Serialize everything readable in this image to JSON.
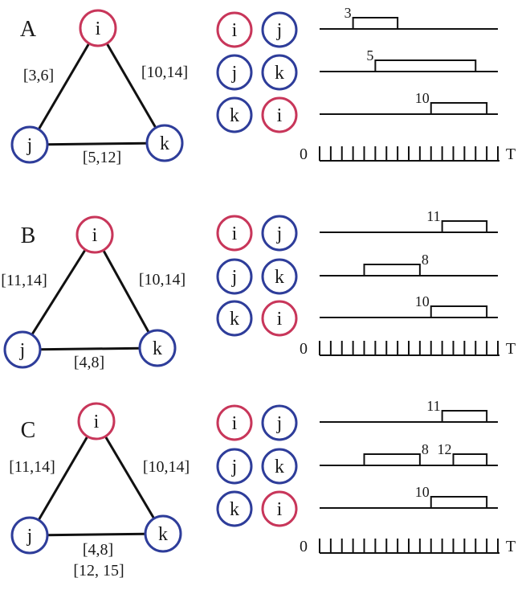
{
  "colors": {
    "red": "#c8365a",
    "blue": "#2e3d9a",
    "ink": "#111111"
  },
  "panels": [
    {
      "label": "A",
      "nodes": [
        {
          "id": "i",
          "color": "red"
        },
        {
          "id": "j",
          "color": "blue"
        },
        {
          "id": "k",
          "color": "blue"
        }
      ],
      "edges": [
        {
          "from": "i",
          "to": "j",
          "label": "[3,6]"
        },
        {
          "from": "i",
          "to": "k",
          "label": "[10,14]"
        },
        {
          "from": "j",
          "to": "k",
          "label": "[5,12]",
          "label2": ""
        }
      ],
      "pairs": [
        {
          "left": {
            "id": "i",
            "color": "red"
          },
          "right": {
            "id": "j",
            "color": "blue"
          },
          "bars": [
            {
              "start": 3,
              "end": 7,
              "label": "3",
              "label_side": "left"
            }
          ]
        },
        {
          "left": {
            "id": "j",
            "color": "blue"
          },
          "right": {
            "id": "k",
            "color": "blue"
          },
          "bars": [
            {
              "start": 5,
              "end": 14,
              "label": "5",
              "label_side": "left"
            }
          ]
        },
        {
          "left": {
            "id": "k",
            "color": "blue"
          },
          "right": {
            "id": "i",
            "color": "red"
          },
          "bars": [
            {
              "start": 10,
              "end": 15,
              "label": "10",
              "label_side": "left"
            }
          ]
        }
      ],
      "timeline": {
        "origin": "0",
        "end": "T",
        "ticks": 17
      }
    },
    {
      "label": "B",
      "nodes": [
        {
          "id": "i",
          "color": "red"
        },
        {
          "id": "j",
          "color": "blue"
        },
        {
          "id": "k",
          "color": "blue"
        }
      ],
      "edges": [
        {
          "from": "i",
          "to": "j",
          "label": "[11,14]"
        },
        {
          "from": "i",
          "to": "k",
          "label": "[10,14]"
        },
        {
          "from": "j",
          "to": "k",
          "label": "[4,8]",
          "label2": ""
        }
      ],
      "pairs": [
        {
          "left": {
            "id": "i",
            "color": "red"
          },
          "right": {
            "id": "j",
            "color": "blue"
          },
          "bars": [
            {
              "start": 11,
              "end": 15,
              "label": "11",
              "label_side": "left"
            }
          ]
        },
        {
          "left": {
            "id": "j",
            "color": "blue"
          },
          "right": {
            "id": "k",
            "color": "blue"
          },
          "bars": [
            {
              "start": 4,
              "end": 9,
              "label": "8",
              "label_side": "right"
            }
          ]
        },
        {
          "left": {
            "id": "k",
            "color": "blue"
          },
          "right": {
            "id": "i",
            "color": "red"
          },
          "bars": [
            {
              "start": 10,
              "end": 15,
              "label": "10",
              "label_side": "left"
            }
          ]
        }
      ],
      "timeline": {
        "origin": "0",
        "end": "T",
        "ticks": 17
      }
    },
    {
      "label": "C",
      "nodes": [
        {
          "id": "i",
          "color": "red"
        },
        {
          "id": "j",
          "color": "blue"
        },
        {
          "id": "k",
          "color": "blue"
        }
      ],
      "edges": [
        {
          "from": "i",
          "to": "j",
          "label": "[11,14]"
        },
        {
          "from": "i",
          "to": "k",
          "label": "[10,14]"
        },
        {
          "from": "j",
          "to": "k",
          "label": "[4,8]",
          "label2": "[12, 15]"
        }
      ],
      "pairs": [
        {
          "left": {
            "id": "i",
            "color": "red"
          },
          "right": {
            "id": "j",
            "color": "blue"
          },
          "bars": [
            {
              "start": 11,
              "end": 15,
              "label": "11",
              "label_side": "left"
            }
          ]
        },
        {
          "left": {
            "id": "j",
            "color": "blue"
          },
          "right": {
            "id": "k",
            "color": "blue"
          },
          "bars": [
            {
              "start": 4,
              "end": 9,
              "label": "8",
              "label_side": "right"
            },
            {
              "start": 12,
              "end": 15,
              "label": "12",
              "label_side": "left"
            }
          ]
        },
        {
          "left": {
            "id": "k",
            "color": "blue"
          },
          "right": {
            "id": "i",
            "color": "red"
          },
          "bars": [
            {
              "start": 10,
              "end": 15,
              "label": "10",
              "label_side": "left"
            }
          ]
        }
      ],
      "timeline": {
        "origin": "0",
        "end": "T",
        "ticks": 17
      }
    }
  ]
}
